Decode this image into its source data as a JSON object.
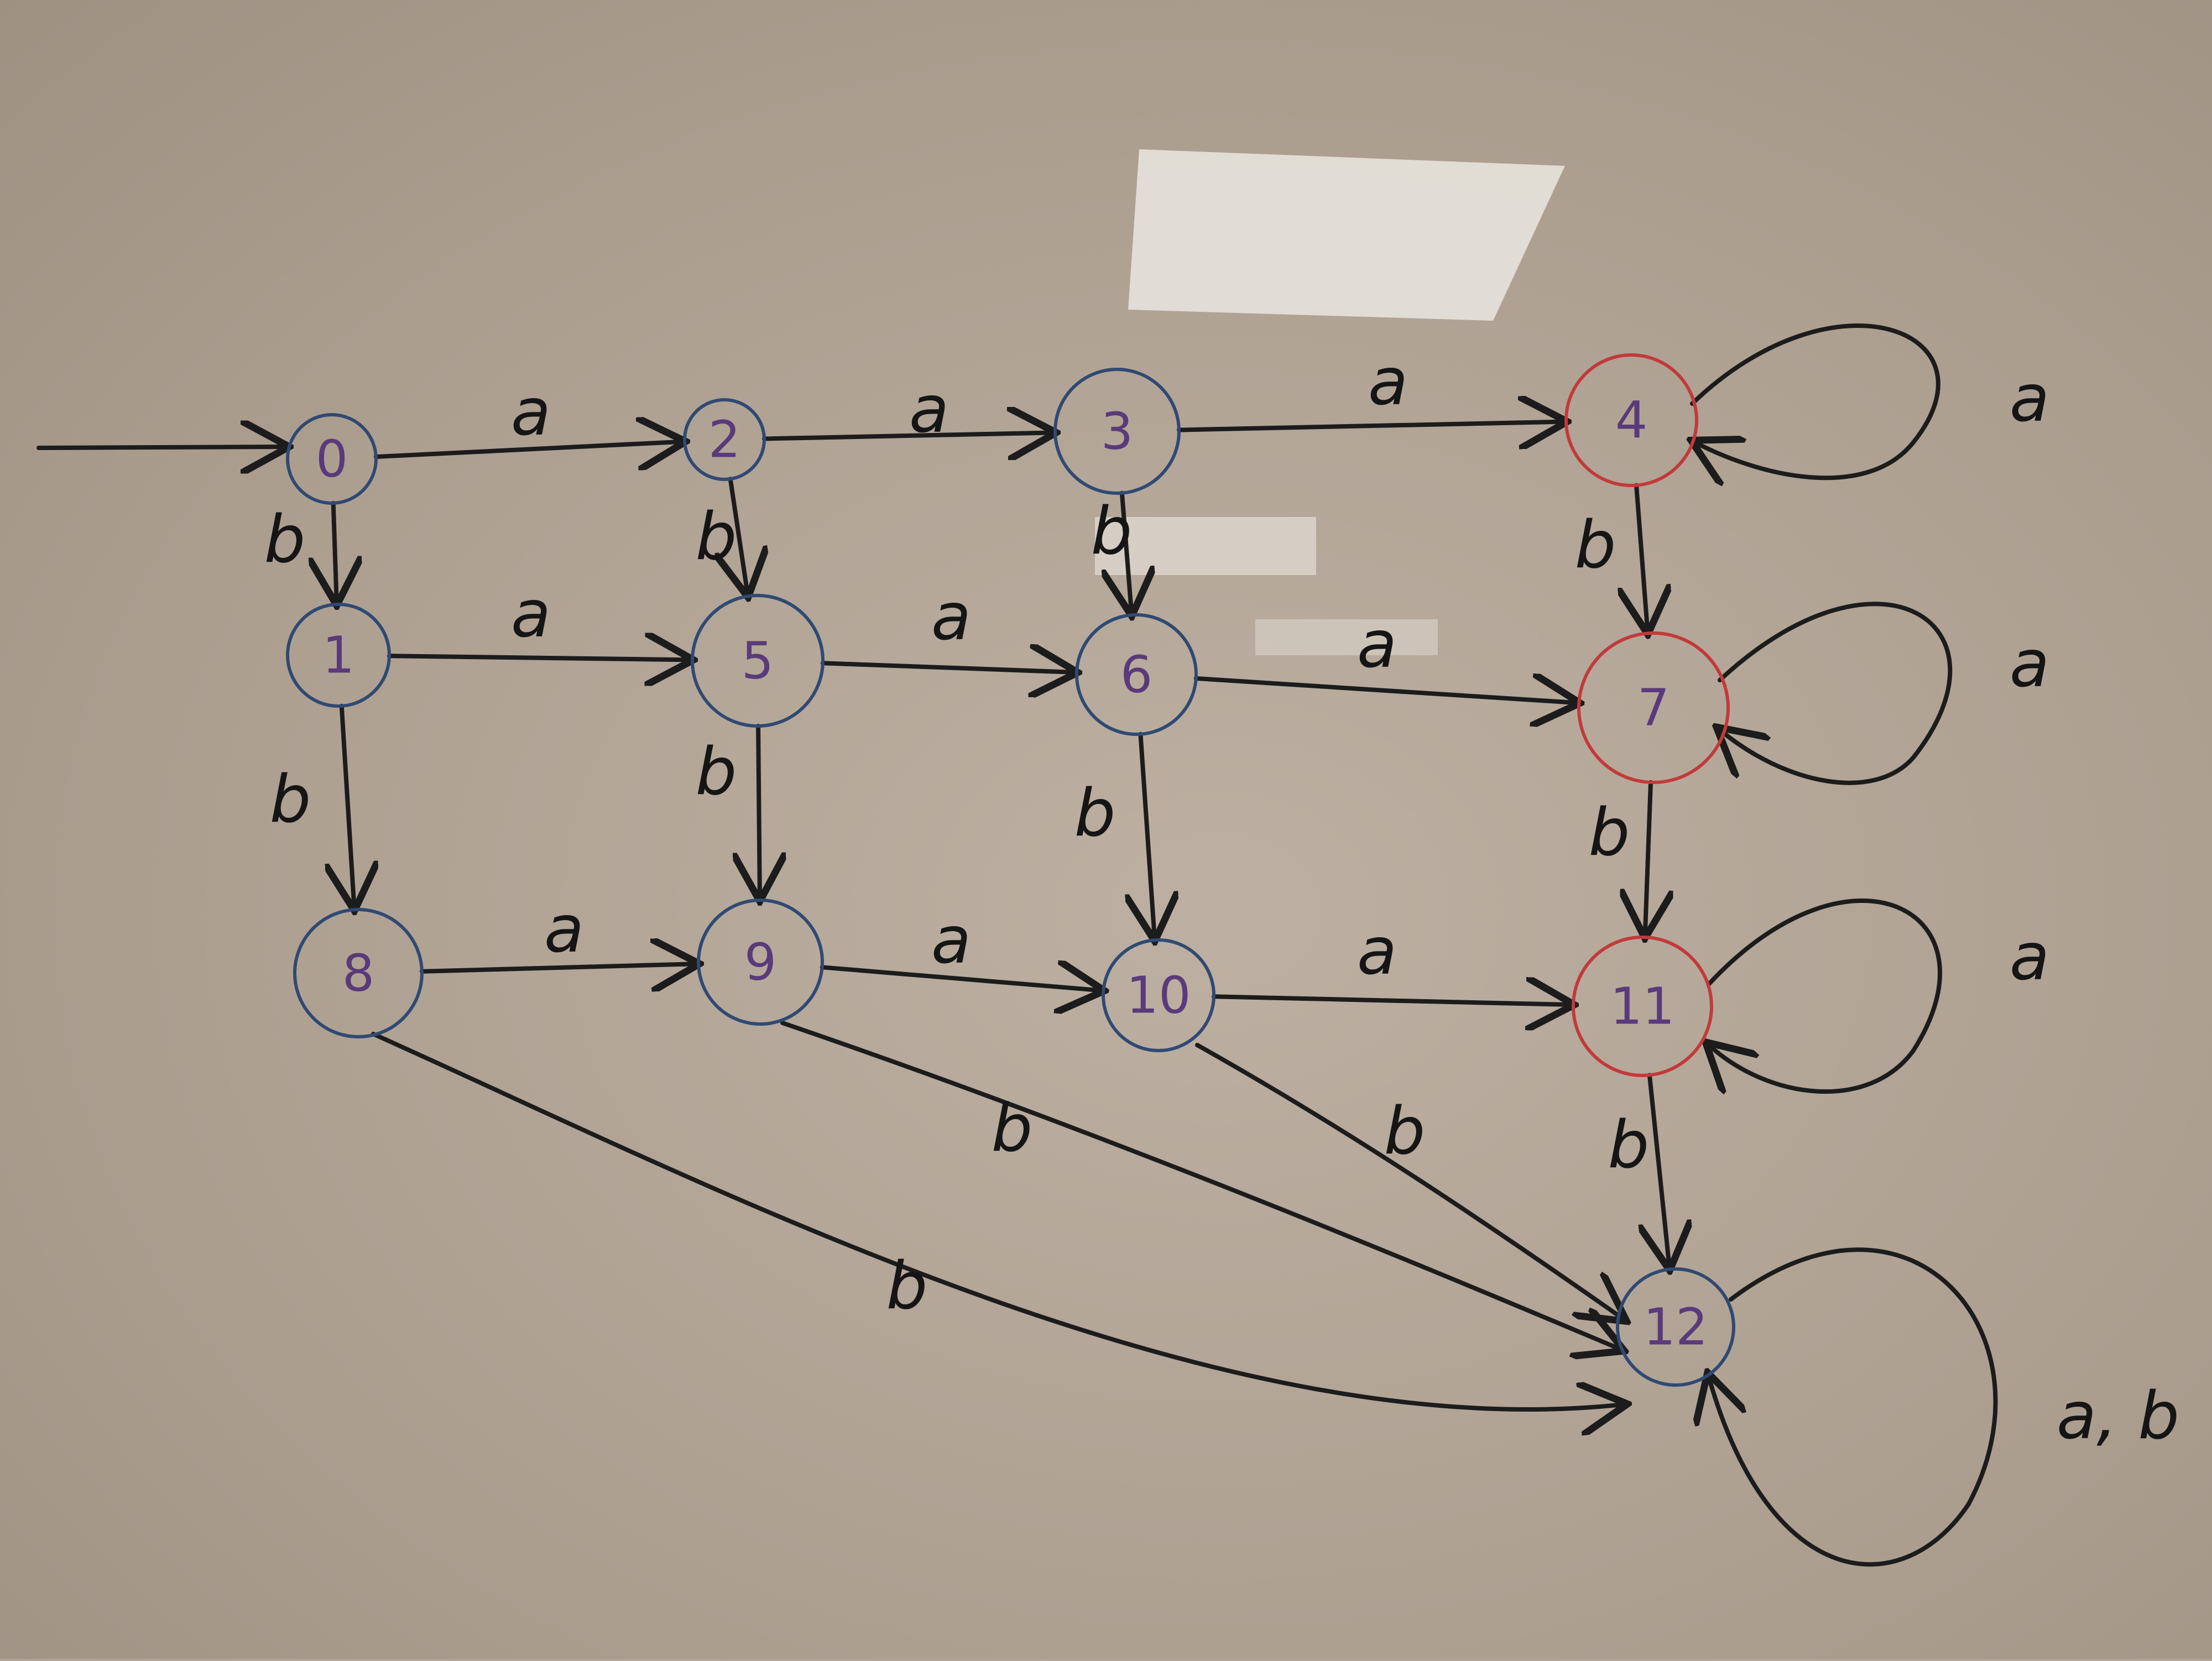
{
  "colors": {
    "accepting_stroke": "#c23a3a",
    "normal_stroke": "#2f4a73",
    "state_text": "#5a3a7a",
    "edge_stroke": "#1c1c1c",
    "board": "#b2a597"
  },
  "states": [
    {
      "id": "q0",
      "label": "0",
      "accepting": false,
      "initial": true
    },
    {
      "id": "q1",
      "label": "1",
      "accepting": false
    },
    {
      "id": "q2",
      "label": "2",
      "accepting": false
    },
    {
      "id": "q3",
      "label": "3",
      "accepting": false
    },
    {
      "id": "q4",
      "label": "4",
      "accepting": true
    },
    {
      "id": "q5",
      "label": "5",
      "accepting": false
    },
    {
      "id": "q6",
      "label": "6",
      "accepting": false
    },
    {
      "id": "q7",
      "label": "7",
      "accepting": true
    },
    {
      "id": "q8",
      "label": "8",
      "accepting": false
    },
    {
      "id": "q9",
      "label": "9",
      "accepting": false
    },
    {
      "id": "q10",
      "label": "10",
      "accepting": false
    },
    {
      "id": "q11",
      "label": "11",
      "accepting": true
    },
    {
      "id": "q12",
      "label": "12",
      "accepting": false
    }
  ],
  "transitions": [
    {
      "from": "q0",
      "to": "q2",
      "label": "a"
    },
    {
      "from": "q2",
      "to": "q3",
      "label": "a"
    },
    {
      "from": "q3",
      "to": "q4",
      "label": "a"
    },
    {
      "from": "q4",
      "to": "q4",
      "label": "a"
    },
    {
      "from": "q0",
      "to": "q1",
      "label": "b"
    },
    {
      "from": "q2",
      "to": "q5",
      "label": "b"
    },
    {
      "from": "q3",
      "to": "q6",
      "label": "b"
    },
    {
      "from": "q4",
      "to": "q7",
      "label": "b"
    },
    {
      "from": "q1",
      "to": "q5",
      "label": "a"
    },
    {
      "from": "q5",
      "to": "q6",
      "label": "a"
    },
    {
      "from": "q6",
      "to": "q7",
      "label": "a"
    },
    {
      "from": "q7",
      "to": "q7",
      "label": "a"
    },
    {
      "from": "q1",
      "to": "q8",
      "label": "b"
    },
    {
      "from": "q5",
      "to": "q9",
      "label": "b"
    },
    {
      "from": "q6",
      "to": "q10",
      "label": "b"
    },
    {
      "from": "q7",
      "to": "q11",
      "label": "b"
    },
    {
      "from": "q8",
      "to": "q9",
      "label": "a"
    },
    {
      "from": "q9",
      "to": "q10",
      "label": "a"
    },
    {
      "from": "q10",
      "to": "q11",
      "label": "a"
    },
    {
      "from": "q11",
      "to": "q11",
      "label": "a"
    },
    {
      "from": "q11",
      "to": "q12",
      "label": "b"
    },
    {
      "from": "q10",
      "to": "q12",
      "label": "b"
    },
    {
      "from": "q9",
      "to": "q12",
      "label": "b"
    },
    {
      "from": "q8",
      "to": "q12",
      "label": "b"
    },
    {
      "from": "q12",
      "to": "q12",
      "label": "a, b"
    }
  ]
}
